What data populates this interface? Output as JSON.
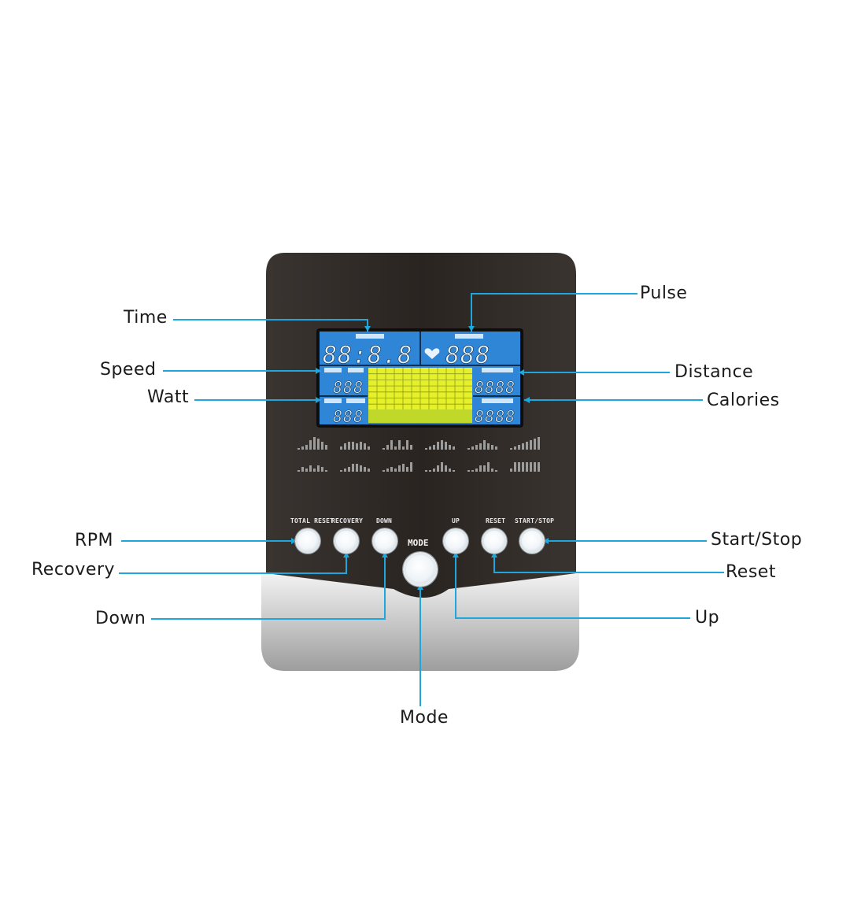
{
  "callouts": {
    "time": "Time",
    "speed": "Speed",
    "watt": "Watt",
    "rpm": "RPM",
    "recovery": "Recovery",
    "down": "Down",
    "pulse": "Pulse",
    "distance": "Distance",
    "calories": "Calories",
    "start_stop": "Start/Stop",
    "reset": "Reset",
    "up": "Up",
    "mode": "Mode"
  },
  "buttons": {
    "total_reset": "TOTAL RESET",
    "recovery": "RECOVERY",
    "down": "DOWN",
    "mode": "MODE",
    "up": "UP",
    "reset": "RESET",
    "start_stop": "START/STOP"
  },
  "lcd": {
    "time_digits": "88:8.8",
    "pulse_digits": "888",
    "speed_digits": "888",
    "watt_digits": "888",
    "distance_digits": "8888",
    "calories_digits": "8888"
  },
  "colors": {
    "leader_line": "#1ea7dc",
    "lcd_blue": "#2f86d6",
    "lcd_grid": "#e6f02a",
    "console_body": "#2b2522",
    "console_base": "#a9a9a9"
  }
}
